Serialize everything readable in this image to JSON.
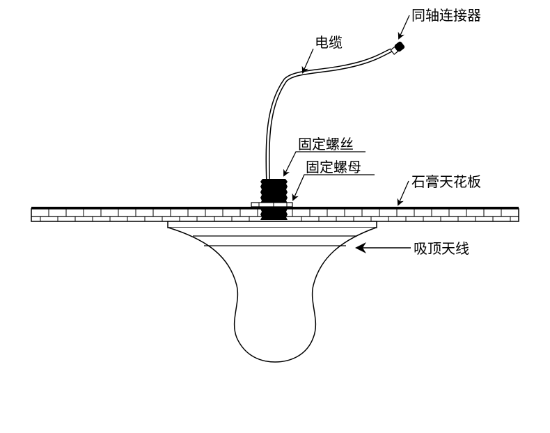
{
  "diagram": {
    "title": "Ceiling-mount antenna installation",
    "colors": {
      "line": "#000000",
      "background": "#ffffff"
    },
    "labels": {
      "coax_connector": "同轴连接器",
      "cable": "电缆",
      "fixing_bolt": "固定螺丝",
      "fixing_nut": "固定螺母",
      "gypsum_ceiling": "石膏天花板",
      "ceiling_antenna": "吸顶天线"
    },
    "components": [
      {
        "id": "coax-connector",
        "label_key": "coax_connector"
      },
      {
        "id": "cable",
        "label_key": "cable"
      },
      {
        "id": "fixing-bolt",
        "label_key": "fixing_bolt"
      },
      {
        "id": "fixing-nut",
        "label_key": "fixing_nut"
      },
      {
        "id": "gypsum-ceiling",
        "label_key": "gypsum_ceiling"
      },
      {
        "id": "ceiling-antenna",
        "label_key": "ceiling_antenna"
      }
    ]
  }
}
